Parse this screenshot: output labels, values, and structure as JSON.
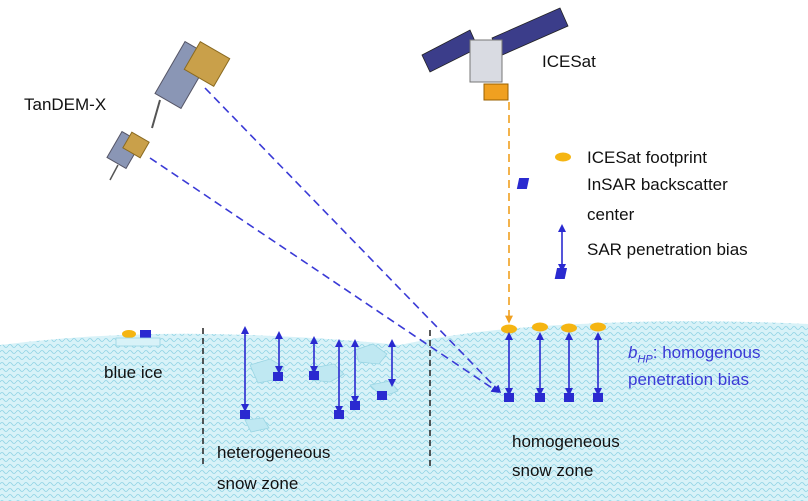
{
  "satellites": {
    "tandem": "TanDEM-X",
    "icesat": "ICESat"
  },
  "legend": {
    "footprint": "ICESat footprint",
    "backscatter_line1": "InSAR backscatter",
    "backscatter_line2": "center",
    "bias": "SAR penetration bias"
  },
  "zones": {
    "blue_ice": "blue ice",
    "hetero_line1": "heterogeneous",
    "hetero_line2": "snow zone",
    "homo_line1": "homogeneous",
    "homo_line2": "snow zone"
  },
  "annotation": {
    "b_symbol": "b",
    "b_subscript": "HP",
    "b_rest": ": homogenous",
    "line2": "penetration bias"
  },
  "colors": {
    "marker_blue": "#2a2ad0",
    "footprint_yellow": "#f5b512",
    "dashed_orange": "#f0a020",
    "snow_fill": "#cfeef5",
    "annotation_text": "#3a3ad6"
  }
}
